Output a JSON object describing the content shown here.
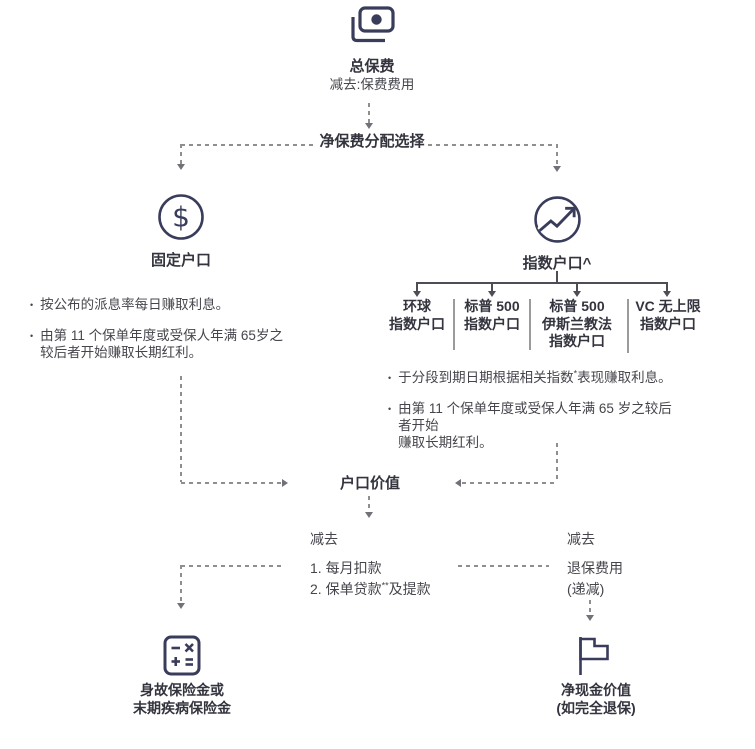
{
  "colors": {
    "icon_navy": "#3a3c5b",
    "heading_text": "#33343e",
    "body_text": "#45464c",
    "dashed_line": "#8f8f8f",
    "solid_line": "#4c4d55",
    "column_divider": "#9b9b9b"
  },
  "glyphs": {
    "bullet": "•"
  },
  "top": {
    "icon": "banknote-icon",
    "title": "总保费",
    "subtitle": "减去:保费费用",
    "allocation_label": "净保费分配选择"
  },
  "fixed_account": {
    "icon": "dollar-circle-icon",
    "title": "固定户口",
    "bullets": [
      {
        "lines": [
          "按公布的派息率每日赚取利息。"
        ]
      },
      {
        "lines": [
          "由第 11 个保单年度或受保人年满 65岁之",
          "较后者开始赚取长期红利。"
        ]
      }
    ]
  },
  "index_account": {
    "icon": "trend-up-circle-icon",
    "title": "指数户口^",
    "sub_accounts": [
      {
        "lines": [
          "环球",
          "指数户口"
        ]
      },
      {
        "lines": [
          "标普 500",
          "指数户口"
        ]
      },
      {
        "lines": [
          "标普 500",
          "伊斯兰教法",
          "指数户口"
        ]
      },
      {
        "lines": [
          "VC 无上限",
          "指数户口"
        ]
      }
    ],
    "bullets": [
      {
        "pre": "于分段到期日期根据相关指数",
        "sup": "*",
        "post": "表现赚取利息。",
        "line2": ""
      },
      {
        "pre": "由第 11 个保单年度或受保人年满 65 岁之较后者开始",
        "sup": "",
        "post": "",
        "line2": "赚取长期红利。"
      }
    ]
  },
  "account_value": {
    "label": "户口价值"
  },
  "deductions": {
    "left_label": "减去",
    "left_items": [
      {
        "pre": "1. 每月扣款",
        "sup": "",
        "post": ""
      },
      {
        "pre": "2. 保单贷款",
        "sup": "**",
        "post": "及提款"
      }
    ],
    "right_label": "减去",
    "right_lines": [
      "退保费用",
      "(递减)"
    ]
  },
  "outcomes": {
    "left": {
      "icon": "calculator-icon",
      "lines": [
        "身故保险金或",
        "末期疾病保险金"
      ]
    },
    "right": {
      "icon": "flag-icon",
      "lines": [
        "净现金价值",
        "(如完全退保)"
      ]
    }
  }
}
